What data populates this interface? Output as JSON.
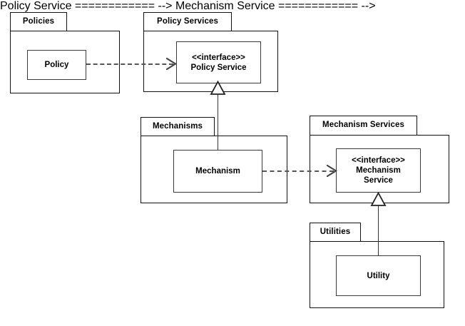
{
  "diagram": {
    "title": "UML package dependency diagram",
    "background_color": "#ffffff",
    "stroke_color": "#111111",
    "dependency_color": "#555555"
  },
  "packages": [
    {
      "id": "policies",
      "name": "Policies",
      "elements": [
        {
          "id": "policy",
          "stereotype": "",
          "name": "Policy"
        }
      ]
    },
    {
      "id": "policy-services",
      "name": "Policy Services",
      "elements": [
        {
          "id": "policy-service",
          "stereotype": "<<interface>>",
          "name": "Policy Service"
        }
      ]
    },
    {
      "id": "mechanisms",
      "name": "Mechanisms",
      "elements": [
        {
          "id": "mechanism",
          "stereotype": "",
          "name": "Mechanism"
        }
      ]
    },
    {
      "id": "mechanism-services",
      "name": "Mechanism Services",
      "elements": [
        {
          "id": "mechanism-service",
          "stereotype": "<<interface>>",
          "name_line1": "Mechanism",
          "name_line2": "Service"
        }
      ]
    },
    {
      "id": "utilities",
      "name": "Utilities",
      "elements": [
        {
          "id": "utility",
          "stereotype": "",
          "name": "Utility"
        }
      ]
    }
  ],
  "relationships": [
    {
      "id": "policy-uses-policy-service",
      "type": "dependency",
      "style": "dashed-open-arrow",
      "source": "Policy",
      "target": "Policy Service",
      "label": ""
    },
    {
      "id": "policy-service-realized-by-mechanism",
      "type": "generalization",
      "style": "solid-hollow-triangle",
      "source": "Mechanism",
      "target": "Policy Service",
      "label": ""
    },
    {
      "id": "mechanism-uses-mechanism-service",
      "type": "dependency",
      "style": "dashed-open-arrow",
      "source": "Mechanism",
      "target": "Mechanism Service",
      "label": ""
    },
    {
      "id": "mechanism-service-realized-by-utility",
      "type": "generalization",
      "style": "solid-hollow-triangle",
      "source": "Utility",
      "target": "Mechanism Service",
      "label": ""
    }
  ]
}
